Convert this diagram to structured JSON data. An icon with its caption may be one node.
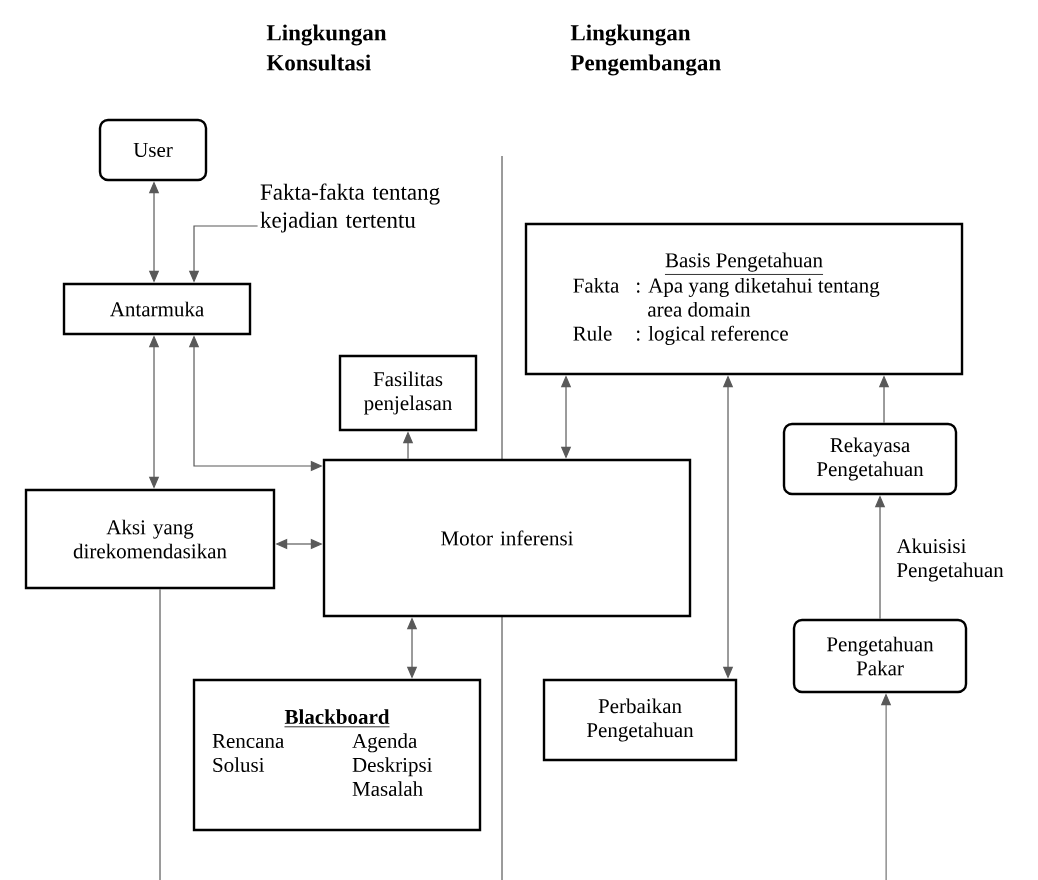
{
  "diagram": {
    "nodes": [
      {
        "text": [
          "User"
        ]
      },
      {
        "text": [
          "Fakta-fakta tentang kejadian tertentu"
        ]
      },
      {
        "text": [
          "Antarmuka"
        ]
      },
      {
        "text": [
          "Fasilitas penjelasan"
        ]
      },
      {
        "text": [
          "Aksi yang direkomendasikan"
        ]
      },
      {
        "text": [
          "Motor inferensi"
        ]
      },
      {
        "text": [
          "Blackboard",
          "Rencana",
          "Agenda",
          "Solusi",
          "Deskripsi Masalah"
        ]
      },
      {
        "text": [
          "Basis Pengetahuan",
          "Fakta",
          ": Apa yang diketahui tentang area domain",
          "Rule",
          ": logical reference"
        ]
      },
      {
        "text": [
          "Rekayasa Pengetahuan"
        ]
      },
      {
        "text": [
          "Pengetahuan Pakar"
        ]
      },
      {
        "text": [
          "Perbaikan Pengetahuan"
        ]
      }
    ],
    "edges": [
      {
        "from": 0,
        "to": 2,
        "arrow": "both"
      },
      {
        "from": 1,
        "to": 2,
        "arrow": "to"
      },
      {
        "from": 2,
        "to": 4,
        "arrow": "both"
      },
      {
        "from": 2,
        "to": 5,
        "arrow": "both"
      },
      {
        "from": 5,
        "to": 3,
        "arrow": "to"
      },
      {
        "from": 4,
        "to": 5,
        "arrow": "both"
      },
      {
        "from": 5,
        "to": 6,
        "arrow": "both"
      },
      {
        "from": 7,
        "to": 5,
        "arrow": "both"
      },
      {
        "from": 7,
        "to": 10,
        "arrow": "both"
      },
      {
        "from": 8,
        "to": 7,
        "arrow": "to"
      },
      {
        "from": 9,
        "to": 8,
        "arrow": "to",
        "label": "Akuisisi Pengetahuan"
      },
      {
        "from": null,
        "to": 9,
        "arrow": "to"
      },
      {
        "from": 4,
        "to": null,
        "arrow": "none"
      }
    ],
    "labels": [
      "Lingkungan Konsultasi",
      "Lingkungan Pengembangan"
    ]
  }
}
